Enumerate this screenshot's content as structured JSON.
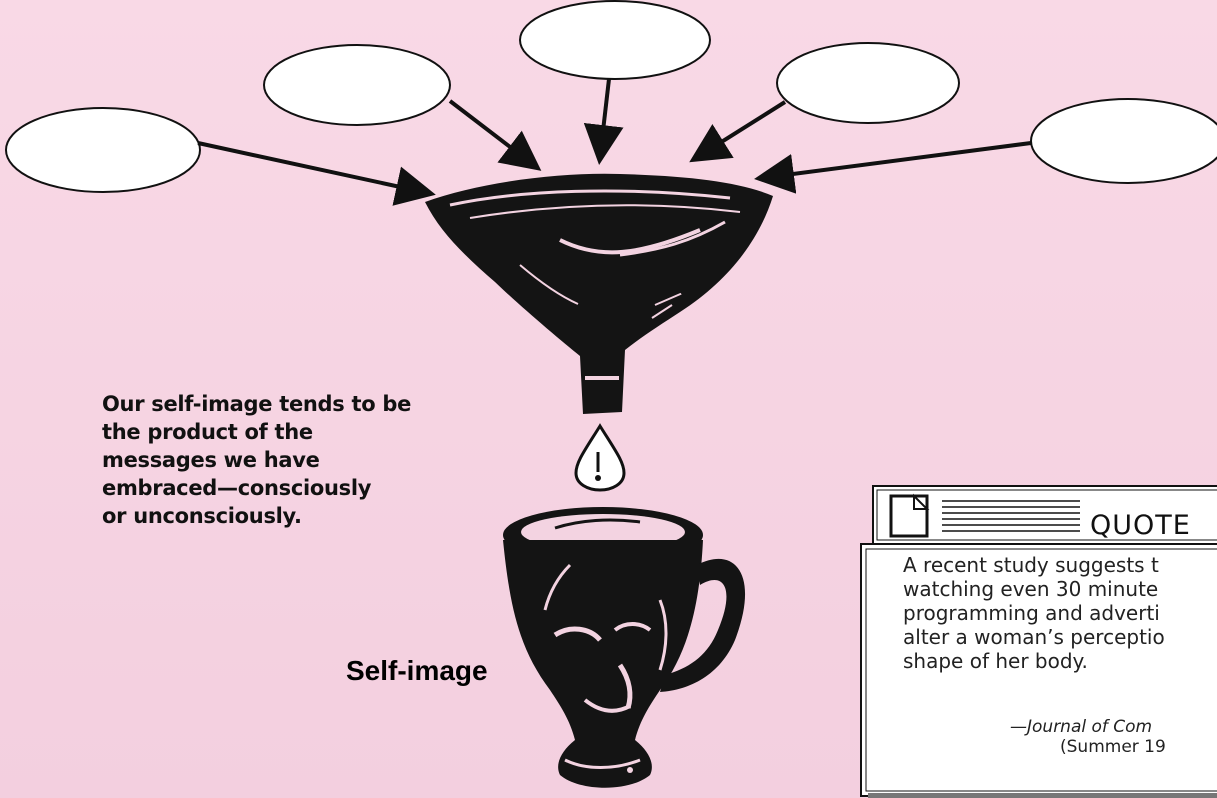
{
  "caption": {
    "lines": [
      "Our self-image tends to be",
      "the product of the",
      "messages we have",
      "embraced—consciously",
      "or unconsciously."
    ]
  },
  "self_image_label": "Self-image",
  "message_bubbles": [
    "",
    "",
    "",
    "",
    ""
  ],
  "quote": {
    "title": "QUOTE",
    "lines": [
      "A recent study suggests t",
      "watching even 30 minute",
      "programming and adverti",
      "alter a woman’s perceptio",
      "shape of her body."
    ],
    "source": "—Journal of Com",
    "date": "(Summer 19"
  },
  "colors": {
    "background": "#f9d9e6",
    "ink": "#111111",
    "quote_bg": "#ffffff"
  }
}
